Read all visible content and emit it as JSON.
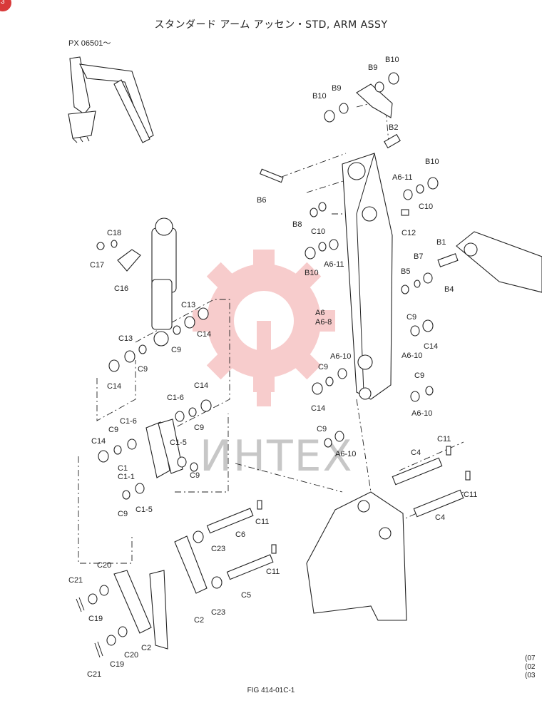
{
  "header": {
    "title": "スタンダード アーム アッセン・STD, ARM ASSY",
    "serial": "PX 06501～"
  },
  "corner_badge": "3",
  "watermark": {
    "text": "ИНТЕХ",
    "color": "#e05a5a"
  },
  "labels": {
    "B10a": "B10",
    "B9a": "B9",
    "B10b": "B10",
    "B9b": "B9",
    "B2": "B2",
    "B6": "B6",
    "B8": "B8",
    "B10c": "B10",
    "A6_11a": "A6-11",
    "C10a": "C10",
    "C12": "C12",
    "C10b": "C10",
    "B10d": "B10",
    "A6_11b": "A6-11",
    "B1": "B1",
    "B7": "B7",
    "B5": "B5",
    "B4": "B4",
    "C18": "C18",
    "C17": "C17",
    "C16": "C16",
    "C13a": "C13",
    "C14a": "C14",
    "C9a": "C9",
    "C13b": "C13",
    "C9b": "C9",
    "C14b": "C14",
    "A6": "A6",
    "A6_8": "A6-8",
    "C9c": "C9",
    "C14c": "C14",
    "A6_10a": "A6-10",
    "A6_10b": "A6-10",
    "C9d": "C9",
    "C14d": "C14",
    "C9e": "C9",
    "A6_10c": "A6-10",
    "C9f": "C9",
    "A6_10d": "A6-10",
    "C1_6a": "C1-6",
    "C14e": "C14",
    "C9g": "C9",
    "C1_6b": "C1-6",
    "C9h": "C9",
    "C14f": "C14",
    "C1_5a": "C1-5",
    "C1": "C1",
    "C1_1": "C1-1",
    "C9i": "C9",
    "C9j": "C9",
    "C1_5b": "C1-5",
    "C11a": "C11",
    "C4a": "C4",
    "C11b": "C11",
    "C4b": "C4",
    "C6": "C6",
    "C11c": "C11",
    "C23a": "C23",
    "C5": "C5",
    "C11d": "C11",
    "C23b": "C23",
    "C21a": "C21",
    "C20a": "C20",
    "C19a": "C19",
    "C2a": "C2",
    "C2b": "C2",
    "C20b": "C20",
    "C19b": "C19",
    "C21b": "C21"
  },
  "footer": {
    "fig": "FIG 414-01C-1",
    "notes": [
      "(07",
      "(02",
      "(03"
    ]
  }
}
